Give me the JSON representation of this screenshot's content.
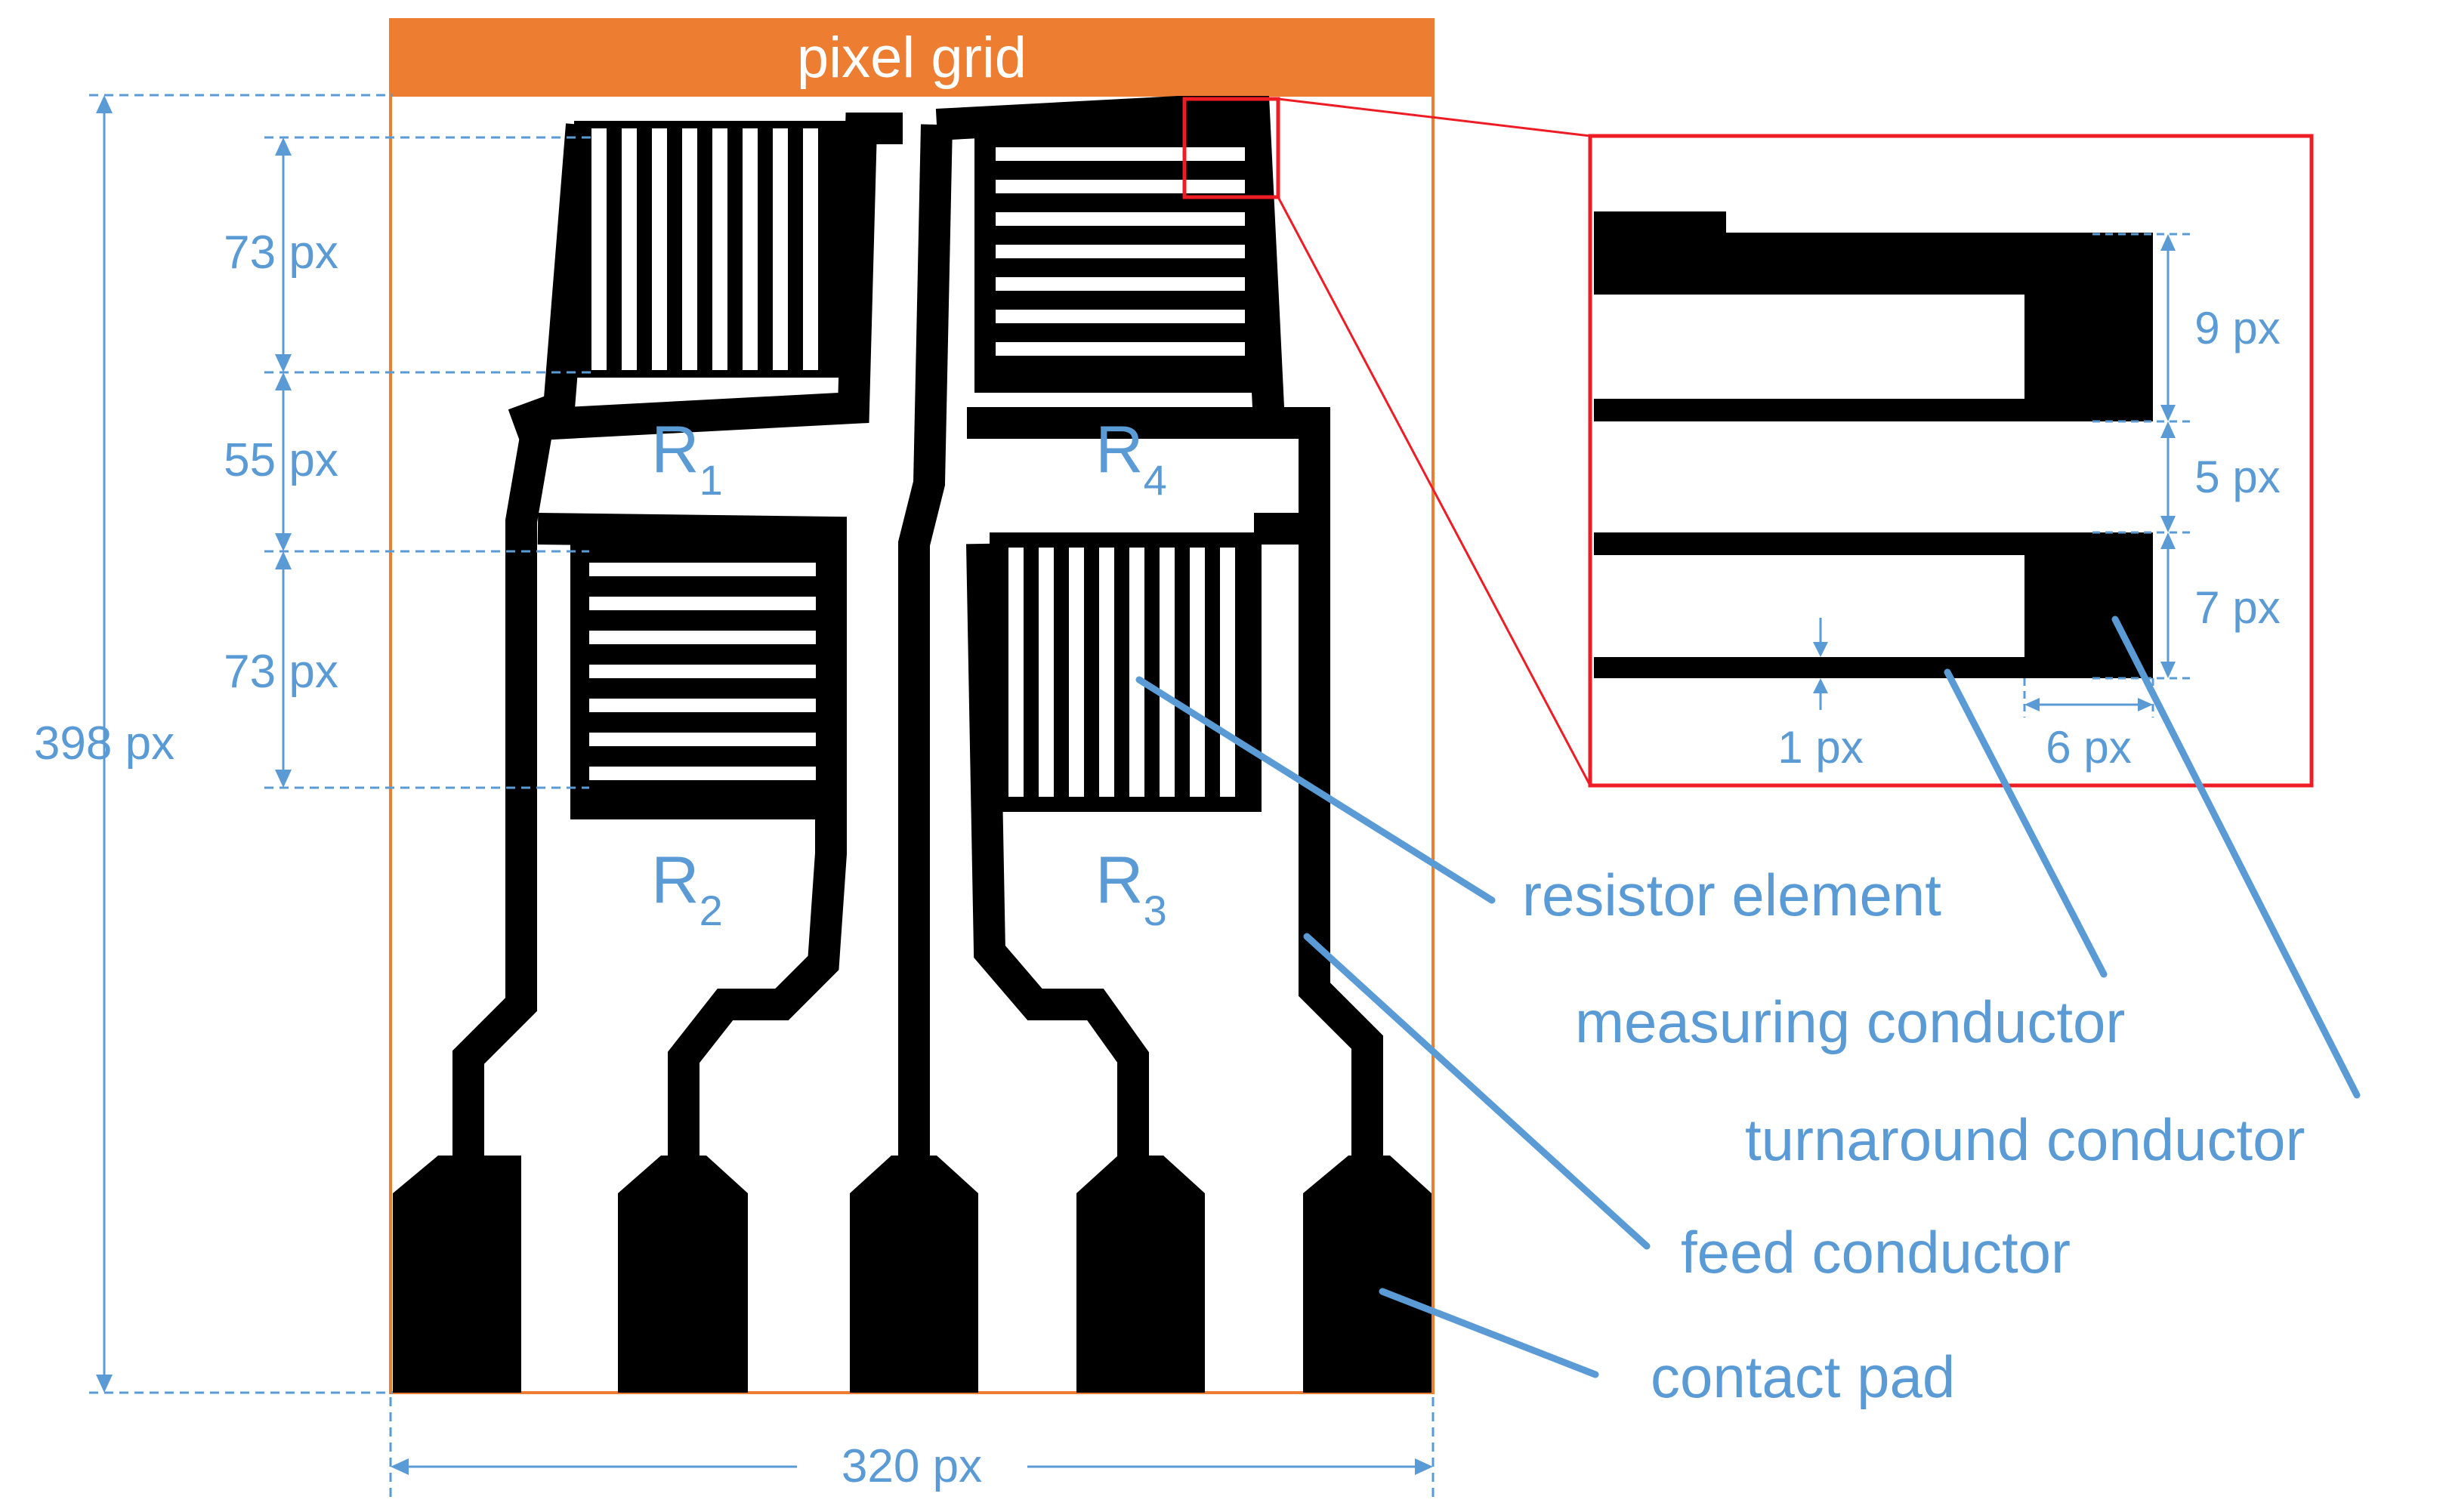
{
  "title": "pixel grid",
  "dimensions": {
    "total_height": "398 px",
    "total_width": "320 px",
    "r1_height": "73 px",
    "gap": "55 px",
    "r2_height": "73 px"
  },
  "resistors": {
    "r1": {
      "letter": "R",
      "index": "1"
    },
    "r2": {
      "letter": "R",
      "index": "2"
    },
    "r3": {
      "letter": "R",
      "index": "3"
    },
    "r4": {
      "letter": "R",
      "index": "4"
    }
  },
  "detail": {
    "turn_height": "9 px",
    "spacing": "5 px",
    "finger_height": "7 px",
    "line_width": "1 px",
    "turn_width": "6 px"
  },
  "labels": {
    "resistor_element": "resistor element",
    "measuring_conductor": "measuring conductor",
    "turnaround_conductor": "turnaround conductor",
    "feed_conductor": "feed conductor",
    "contact_pad": "contact pad"
  },
  "colors": {
    "accent_orange": "#ed7d31",
    "annotation_blue": "#5b9bd5",
    "detail_red": "#ee1c25",
    "trace_black": "#000000"
  }
}
